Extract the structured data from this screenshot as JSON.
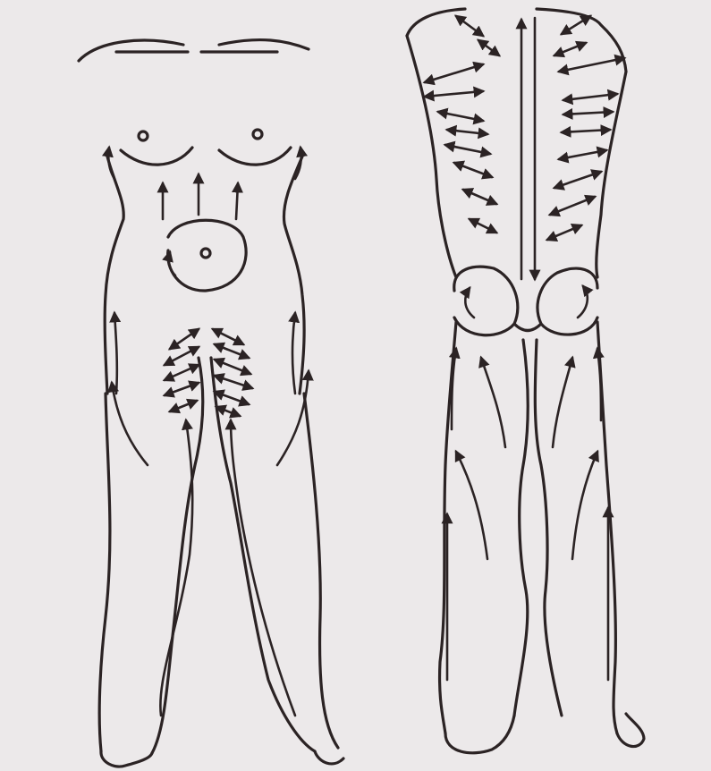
{
  "figure": {
    "description_colors": {
      "ink": "#2b2324",
      "paper": "#ece9ea",
      "bleed": "#b9b5b8"
    },
    "front_view": {
      "icons": [
        "arrow-up",
        "arrow-double",
        "arrow-circular"
      ]
    },
    "back_view": {
      "icons": [
        "arrow-up",
        "arrow-down",
        "arrow-double",
        "arrow-circular"
      ]
    }
  }
}
